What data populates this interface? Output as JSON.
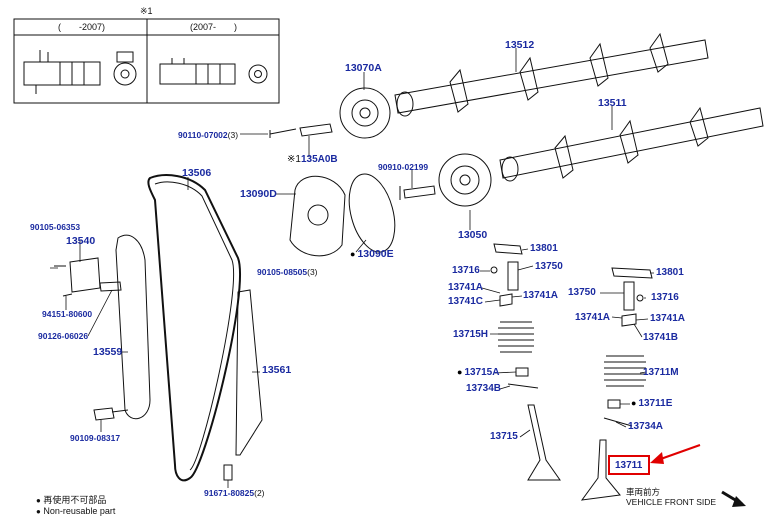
{
  "inset": {
    "mark": "※1",
    "col_left": "(　　-2007)",
    "col_right": "(2007-　　)"
  },
  "parts": {
    "p13512": "13512",
    "p13511": "13511",
    "p13070A": "13070A",
    "p90110": "90110-07002",
    "p90110_qty": "(3)",
    "p135A0B_mark": "※1",
    "p135A0B": "135A0B",
    "p90910": "90910-02199",
    "p13506": "13506",
    "p13090D": "13090D",
    "p13090E": "13090E",
    "p13050": "13050",
    "p90105_06353": "90105-06353",
    "p13540": "13540",
    "p90105_08505": "90105-08505",
    "p90105_08505_qty": "(3)",
    "p94151": "94151-80600",
    "p90126": "90126-06026",
    "p13559": "13559",
    "p13561": "13561",
    "p90109": "90109-08317",
    "p91671": "91671-80825",
    "p91671_qty": "(2)",
    "p13801_l": "13801",
    "p13716_l": "13716",
    "p13750_l": "13750",
    "p13741A_l1": "13741A",
    "p13741C": "13741C",
    "p13741A_l2": "13741A",
    "p13715H": "13715H",
    "p13715A": "13715A",
    "p13734B": "13734B",
    "p13715": "13715",
    "p13801_r": "13801",
    "p13750_r": "13750",
    "p13716_r": "13716",
    "p13741A_r1": "13741A",
    "p13741A_r2": "13741A",
    "p13741B": "13741B",
    "p13711M": "13711M",
    "p13711E": "13711E",
    "p13734A": "13734A",
    "p13711": "13711"
  },
  "legend": {
    "jp": "再使用不可部品",
    "en": "Non-reusable part"
  },
  "direction": {
    "jp": "車両前方",
    "en": "VEHICLE FRONT SIDE"
  },
  "colors": {
    "label_blue": "#1a2aa0",
    "highlight_red": "#e00000"
  }
}
